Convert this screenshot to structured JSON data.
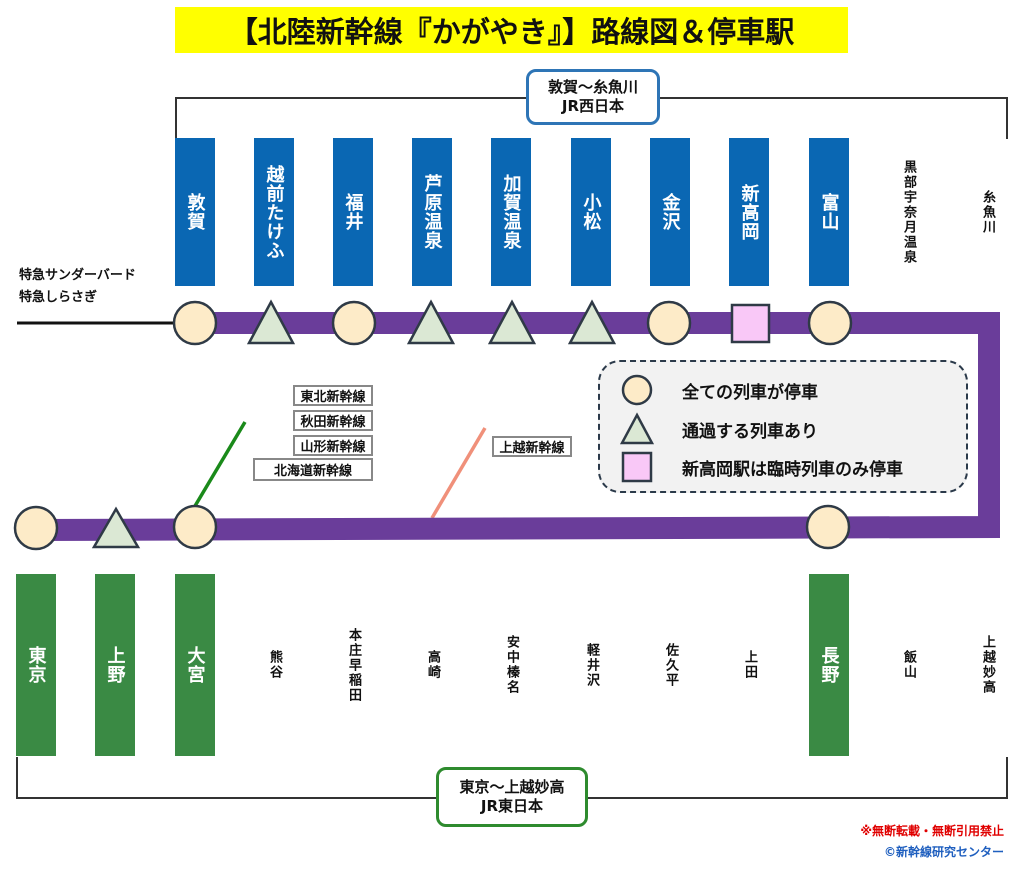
{
  "title": "【北陸新幹線『かがやき』】路線図＆停車駅",
  "operators": {
    "west": {
      "line1": "敦賀～糸魚川",
      "line2": "JR西日本",
      "color": "#2e75b6"
    },
    "east": {
      "line1": "東京～上越妙高",
      "line2": "JR東日本",
      "color": "#2e8b2e"
    }
  },
  "connections": {
    "tsuruga": {
      "line1": "特急サンダーバード",
      "line2": "特急しらさぎ"
    },
    "omiya": [
      "東北新幹線",
      "秋田新幹線",
      "山形新幹線",
      "北海道新幹線"
    ],
    "takasaki": [
      "上越新幹線"
    ]
  },
  "route_color": "#6a3d9a",
  "upper_stations": [
    {
      "name": "敦賀",
      "stop": "all",
      "highlight": true
    },
    {
      "name": "越前たけふ",
      "stop": "some",
      "highlight": true
    },
    {
      "name": "福井",
      "stop": "all",
      "highlight": true
    },
    {
      "name": "芦原温泉",
      "stop": "some",
      "highlight": true
    },
    {
      "name": "加賀温泉",
      "stop": "some",
      "highlight": true
    },
    {
      "name": "小松",
      "stop": "some",
      "highlight": true
    },
    {
      "name": "金沢",
      "stop": "all",
      "highlight": true
    },
    {
      "name": "新高岡",
      "stop": "temporary",
      "highlight": true
    },
    {
      "name": "富山",
      "stop": "all",
      "highlight": true
    },
    {
      "name": "黒部宇奈月温泉",
      "stop": "none",
      "highlight": false
    },
    {
      "name": "糸魚川",
      "stop": "none",
      "highlight": false
    }
  ],
  "lower_stations": [
    {
      "name": "東京",
      "stop": "all",
      "highlight": true
    },
    {
      "name": "上野",
      "stop": "some",
      "highlight": true
    },
    {
      "name": "大宮",
      "stop": "all",
      "highlight": true
    },
    {
      "name": "熊谷",
      "stop": "none",
      "highlight": false
    },
    {
      "name": "本庄早稲田",
      "stop": "none",
      "highlight": false
    },
    {
      "name": "高崎",
      "stop": "none",
      "highlight": false
    },
    {
      "name": "安中榛名",
      "stop": "none",
      "highlight": false
    },
    {
      "name": "軽井沢",
      "stop": "none",
      "highlight": false
    },
    {
      "name": "佐久平",
      "stop": "none",
      "highlight": false
    },
    {
      "name": "上田",
      "stop": "none",
      "highlight": false
    },
    {
      "name": "長野",
      "stop": "all",
      "highlight": true
    },
    {
      "name": "飯山",
      "stop": "none",
      "highlight": false
    },
    {
      "name": "上越妙高",
      "stop": "none",
      "highlight": false
    }
  ],
  "legend": {
    "all": "全ての列車が停車",
    "some": "通過する列車あり",
    "temporary": "新高岡駅は臨時列車のみ停車"
  },
  "footer": {
    "notice": "※無断転載・無断引用禁止",
    "credit": "©新幹線研究センター"
  }
}
